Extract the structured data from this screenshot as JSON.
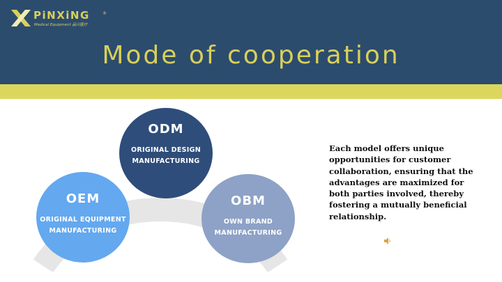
{
  "brand": {
    "name": "PiNXiNG",
    "registered": "®",
    "subtitle": "Medical Equipment 品兴医疗",
    "accent_color": "#d9d05a",
    "header_color": "#2c4c6e",
    "band_color": "#dcd75c"
  },
  "slide": {
    "title": "Mode of cooperation",
    "models": [
      {
        "abbr": "ODM",
        "full_line1": "ORIGINAL DESIGN",
        "full_line2": "MANUFACTURING",
        "color": "#2f4d7a"
      },
      {
        "abbr": "OEM",
        "full_line1": "ORIGINAL EQUIPMENT",
        "full_line2": "MANUFACTURING",
        "color": "#64a8ef"
      },
      {
        "abbr": "OBM",
        "full_line1": "OWN BRAND",
        "full_line2": "MANUFACTURING",
        "color": "#8da2c6"
      }
    ],
    "description": "Each model offers unique opportunities for customer collaboration, ensuring that the advantages are maximized for both parties involved, thereby fostering a mutually beneficial relationship."
  },
  "media": {
    "icon": "speaker-icon"
  }
}
